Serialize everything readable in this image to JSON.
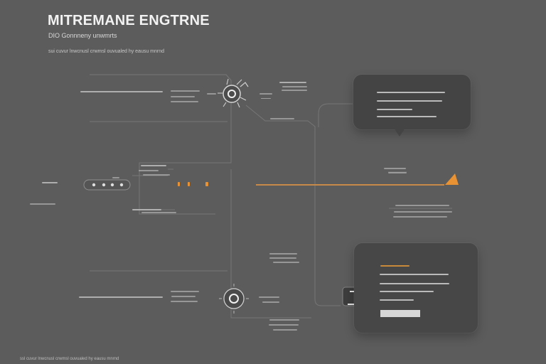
{
  "page": {
    "title": "MITREMANE ENGTRNE",
    "subtitle": "DIO Gonnneny unwmrts",
    "caption": "sui cuvur lnwcnusl crwmsl ouvualed hy eausu mnrnd",
    "footer": "ssl cuvur lnwcnusl crwmsl ouvualed hy eausu mnrnd"
  },
  "colors": {
    "background": "#5c5c5c",
    "panel": "#444444",
    "accent": "#e89234",
    "line": "#8f8f8f",
    "text": "#f1f1f1"
  },
  "diagram": {
    "icons": [
      "gear-node-icon",
      "pill-node-icon",
      "ring-node-icon",
      "arrow-head-icon",
      "stand-icon"
    ],
    "panels": {
      "top": {
        "lines": [
          "upper-panel-line-1",
          "upper-panel-line-2",
          "upper-panel-line-3",
          "upper-panel-line-4"
        ]
      },
      "bottom": {
        "lines": [
          "lower-panel-orange-line",
          "lower-panel-line-1",
          "lower-panel-line-2",
          "lower-panel-line-3",
          "lower-panel-line-4"
        ]
      }
    }
  }
}
